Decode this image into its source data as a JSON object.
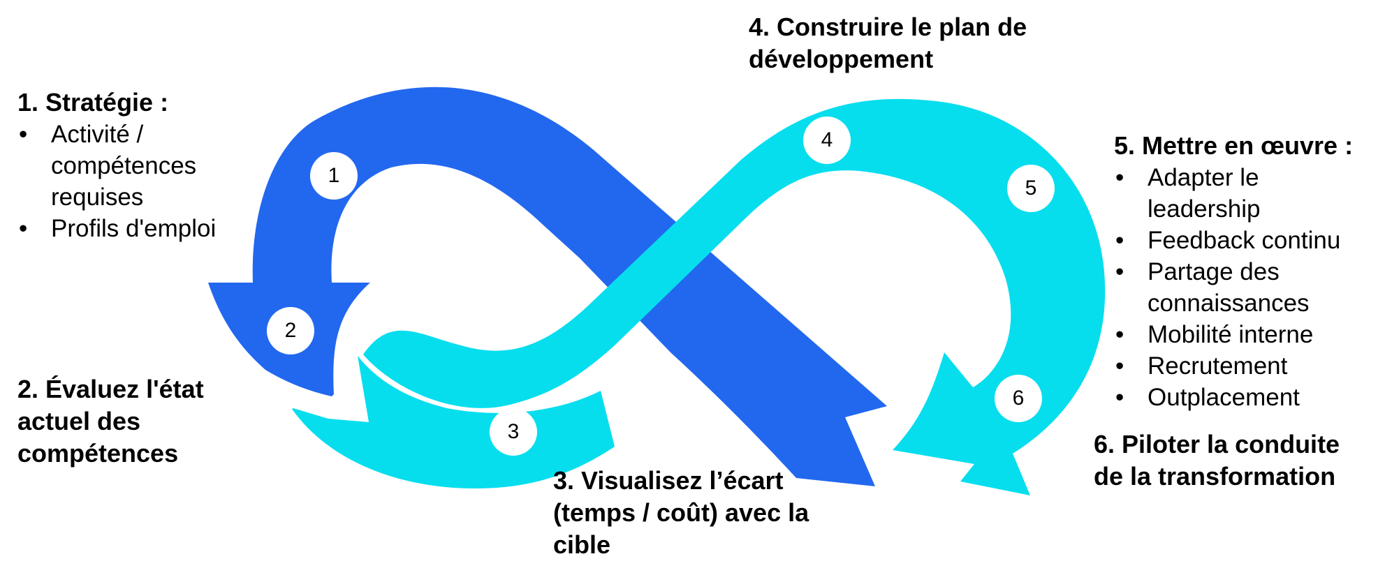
{
  "colors": {
    "dark_blue": "#2268EF",
    "cyan": "#06DEEE",
    "text": "#000000"
  },
  "steps": [
    {
      "number": "1",
      "title": "1. Stratégie :",
      "items": [
        "Activité / compétences requises",
        "Profils d'emploi"
      ]
    },
    {
      "number": "2",
      "title": "2. Évaluez l'état actuel des compétences"
    },
    {
      "number": "3",
      "title": "3. Visualisez l’écart (temps / coût) avec la cible"
    },
    {
      "number": "4",
      "title": "4. Construire le plan de développement"
    },
    {
      "number": "5",
      "title": "5. Mettre en œuvre :",
      "items": [
        "Adapter le leadership",
        "Feedback continu",
        "Partage des connaissances",
        "Mobilité interne",
        "Recrutement",
        "Outplacement"
      ]
    },
    {
      "number": "6",
      "title": "6. Piloter la conduite de la transformation"
    }
  ]
}
